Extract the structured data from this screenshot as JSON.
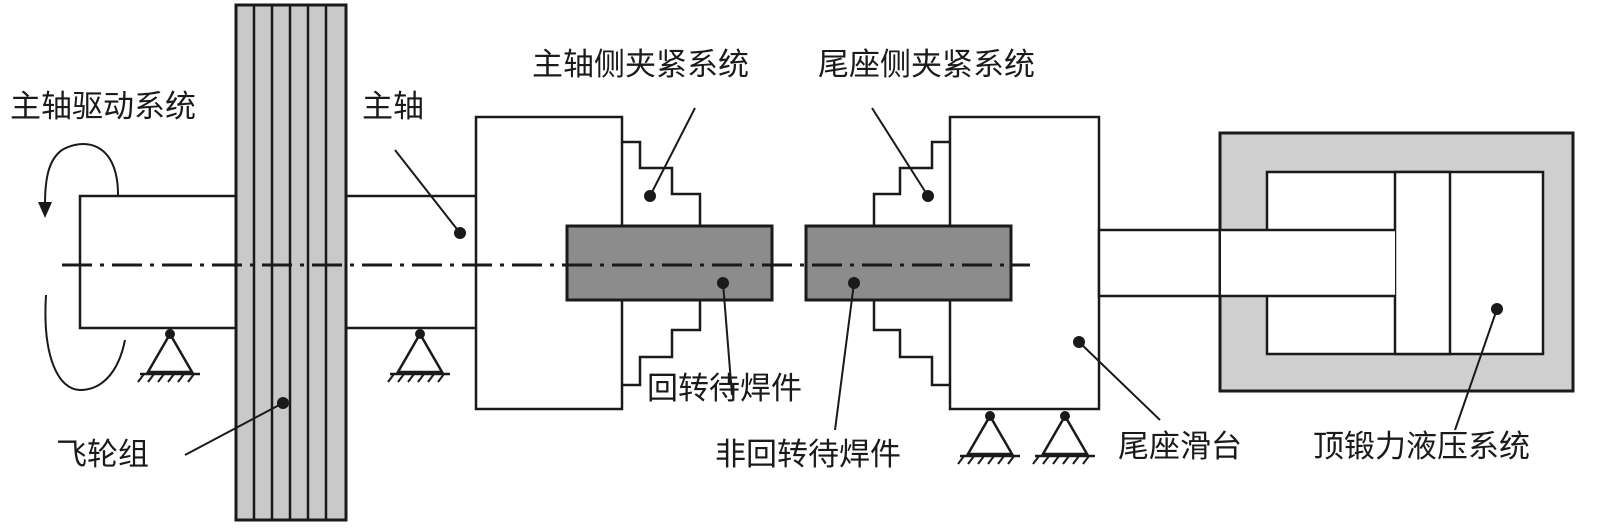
{
  "labels": {
    "spindle_drive": "主轴驱动系统",
    "spindle": "主轴",
    "spindle_clamp": "主轴侧夹紧系统",
    "tailstock_clamp": "尾座侧夹紧系统",
    "rotating_workpiece": "回转待焊件",
    "non_rotating_workpiece": "非回转待焊件",
    "flywheel": "飞轮组",
    "tailstock_slide": "尾座滑台",
    "upset_hydraulic": "顶锻力液压系统"
  },
  "colors": {
    "outline": "#1a1a1a",
    "flywheel_fill": "#c9c9c9",
    "workpiece_fill": "#8c8c8c",
    "hydraulic_fill": "#cfcfcf",
    "background": "#ffffff"
  },
  "icons": {
    "rotation": "rotation-arrow-icon",
    "support": "fixed-pin-support-icon"
  }
}
